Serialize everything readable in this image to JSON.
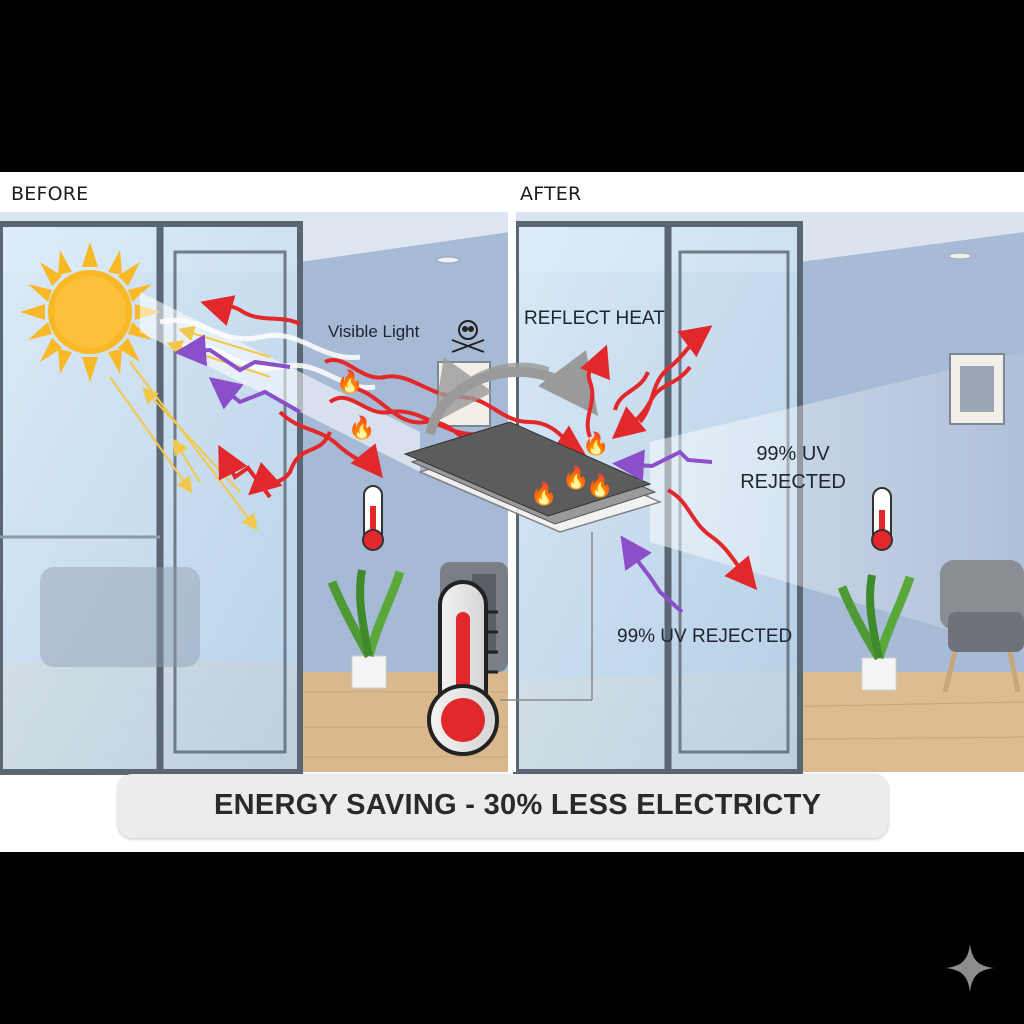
{
  "panels": {
    "before": "BEFORE",
    "after": "AFTER"
  },
  "labels": {
    "visible_light": "Visible Light",
    "reflect_heat": "REFLECT HEAT",
    "uv_rejected_top_line1": "99% UV",
    "uv_rejected_top_line2": "REJECTED",
    "uv_rejected_bottom": "99% UV REJECTED"
  },
  "banner": {
    "text": "ENERGY SAVING - 30% LESS ELECTRICTY"
  },
  "icons": [
    "sun-icon",
    "skull-crossbones-icon",
    "thermometer-icon",
    "flame-icon",
    "leaf-icon",
    "power-plug-icon",
    "sparkle-icon"
  ],
  "colors": {
    "heat_ray": "#e2282b",
    "uv_ray": "#8a4fc9",
    "light_ray": "#f2c84a",
    "sun": "#f9b826",
    "wall": "#9fb3cf",
    "floor": "#d9b88d",
    "leaf": "#5aa83a"
  }
}
